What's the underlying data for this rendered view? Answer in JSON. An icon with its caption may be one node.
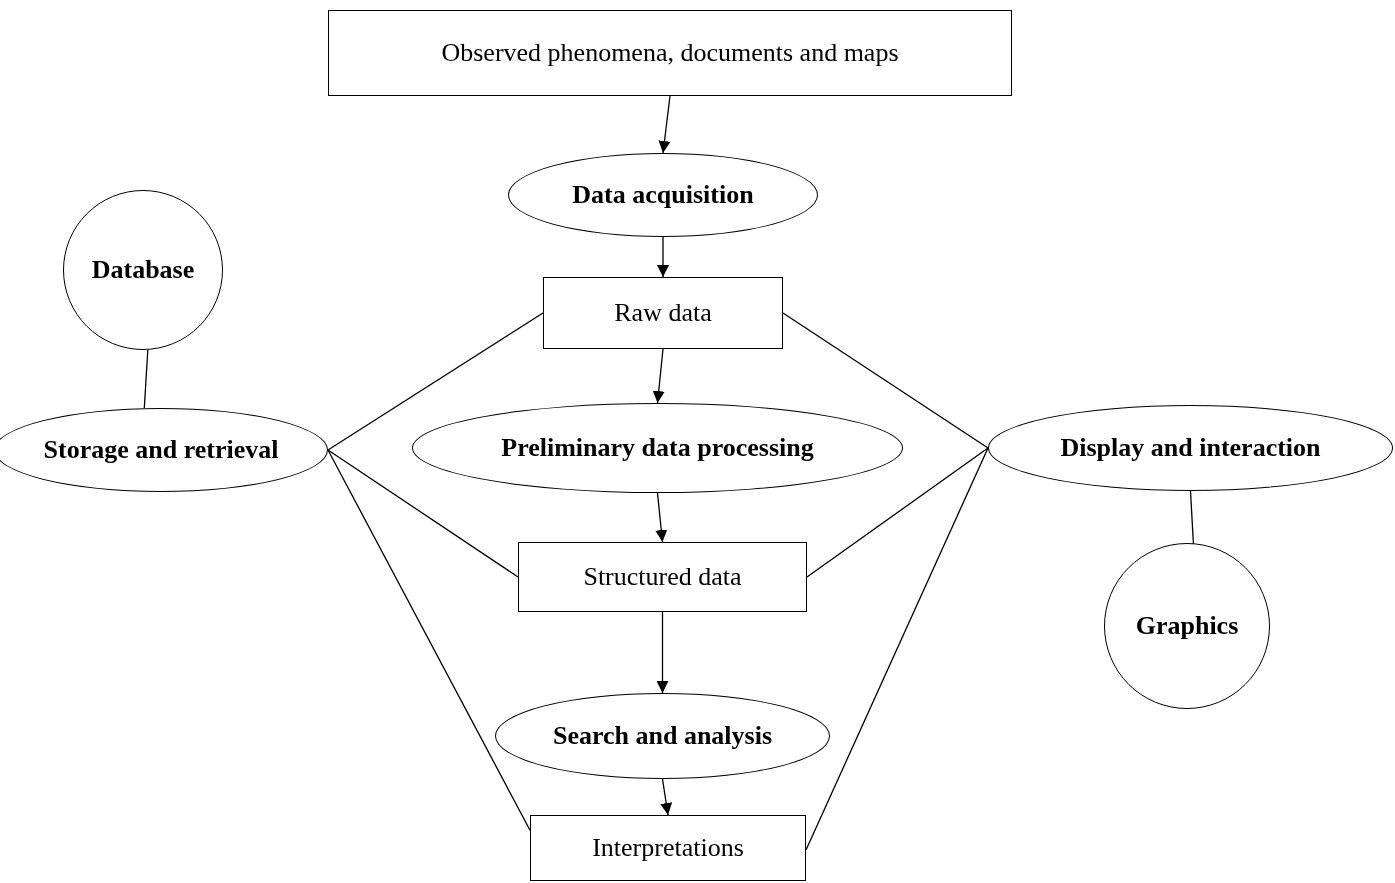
{
  "diagram": {
    "nodes": [
      {
        "text": [
          "Observed phenomena, documents and maps"
        ]
      },
      {
        "text": [
          "Data acquisition"
        ]
      },
      {
        "text": [
          "Raw data"
        ]
      },
      {
        "text": [
          "Database"
        ]
      },
      {
        "text": [
          "Storage and retrieval"
        ]
      },
      {
        "text": [
          "Preliminary data processing"
        ]
      },
      {
        "text": [
          "Display and interaction"
        ]
      },
      {
        "text": [
          "Structured data"
        ]
      },
      {
        "text": [
          "Graphics"
        ]
      },
      {
        "text": [
          "Search and analysis"
        ]
      },
      {
        "text": [
          "Interpretations"
        ]
      }
    ],
    "edges": [
      {
        "from": 0,
        "to": 1,
        "arrow": "to"
      },
      {
        "from": 1,
        "to": 2,
        "arrow": "to"
      },
      {
        "from": 3,
        "to": 4,
        "arrow": "none"
      },
      {
        "from": 2,
        "to": 4,
        "arrow": "none"
      },
      {
        "from": 2,
        "to": 6,
        "arrow": "none"
      },
      {
        "from": 2,
        "to": 5,
        "arrow": "to"
      },
      {
        "from": 4,
        "to": 7,
        "arrow": "none"
      },
      {
        "from": 7,
        "to": 6,
        "arrow": "none"
      },
      {
        "from": 6,
        "to": 8,
        "arrow": "none"
      },
      {
        "from": 5,
        "to": 7,
        "arrow": "to"
      },
      {
        "from": 7,
        "to": 9,
        "arrow": "to"
      },
      {
        "from": 4,
        "to": 10,
        "arrow": "none"
      },
      {
        "from": 10,
        "to": 6,
        "arrow": "none"
      },
      {
        "from": 9,
        "to": 10,
        "arrow": "to"
      }
    ]
  }
}
